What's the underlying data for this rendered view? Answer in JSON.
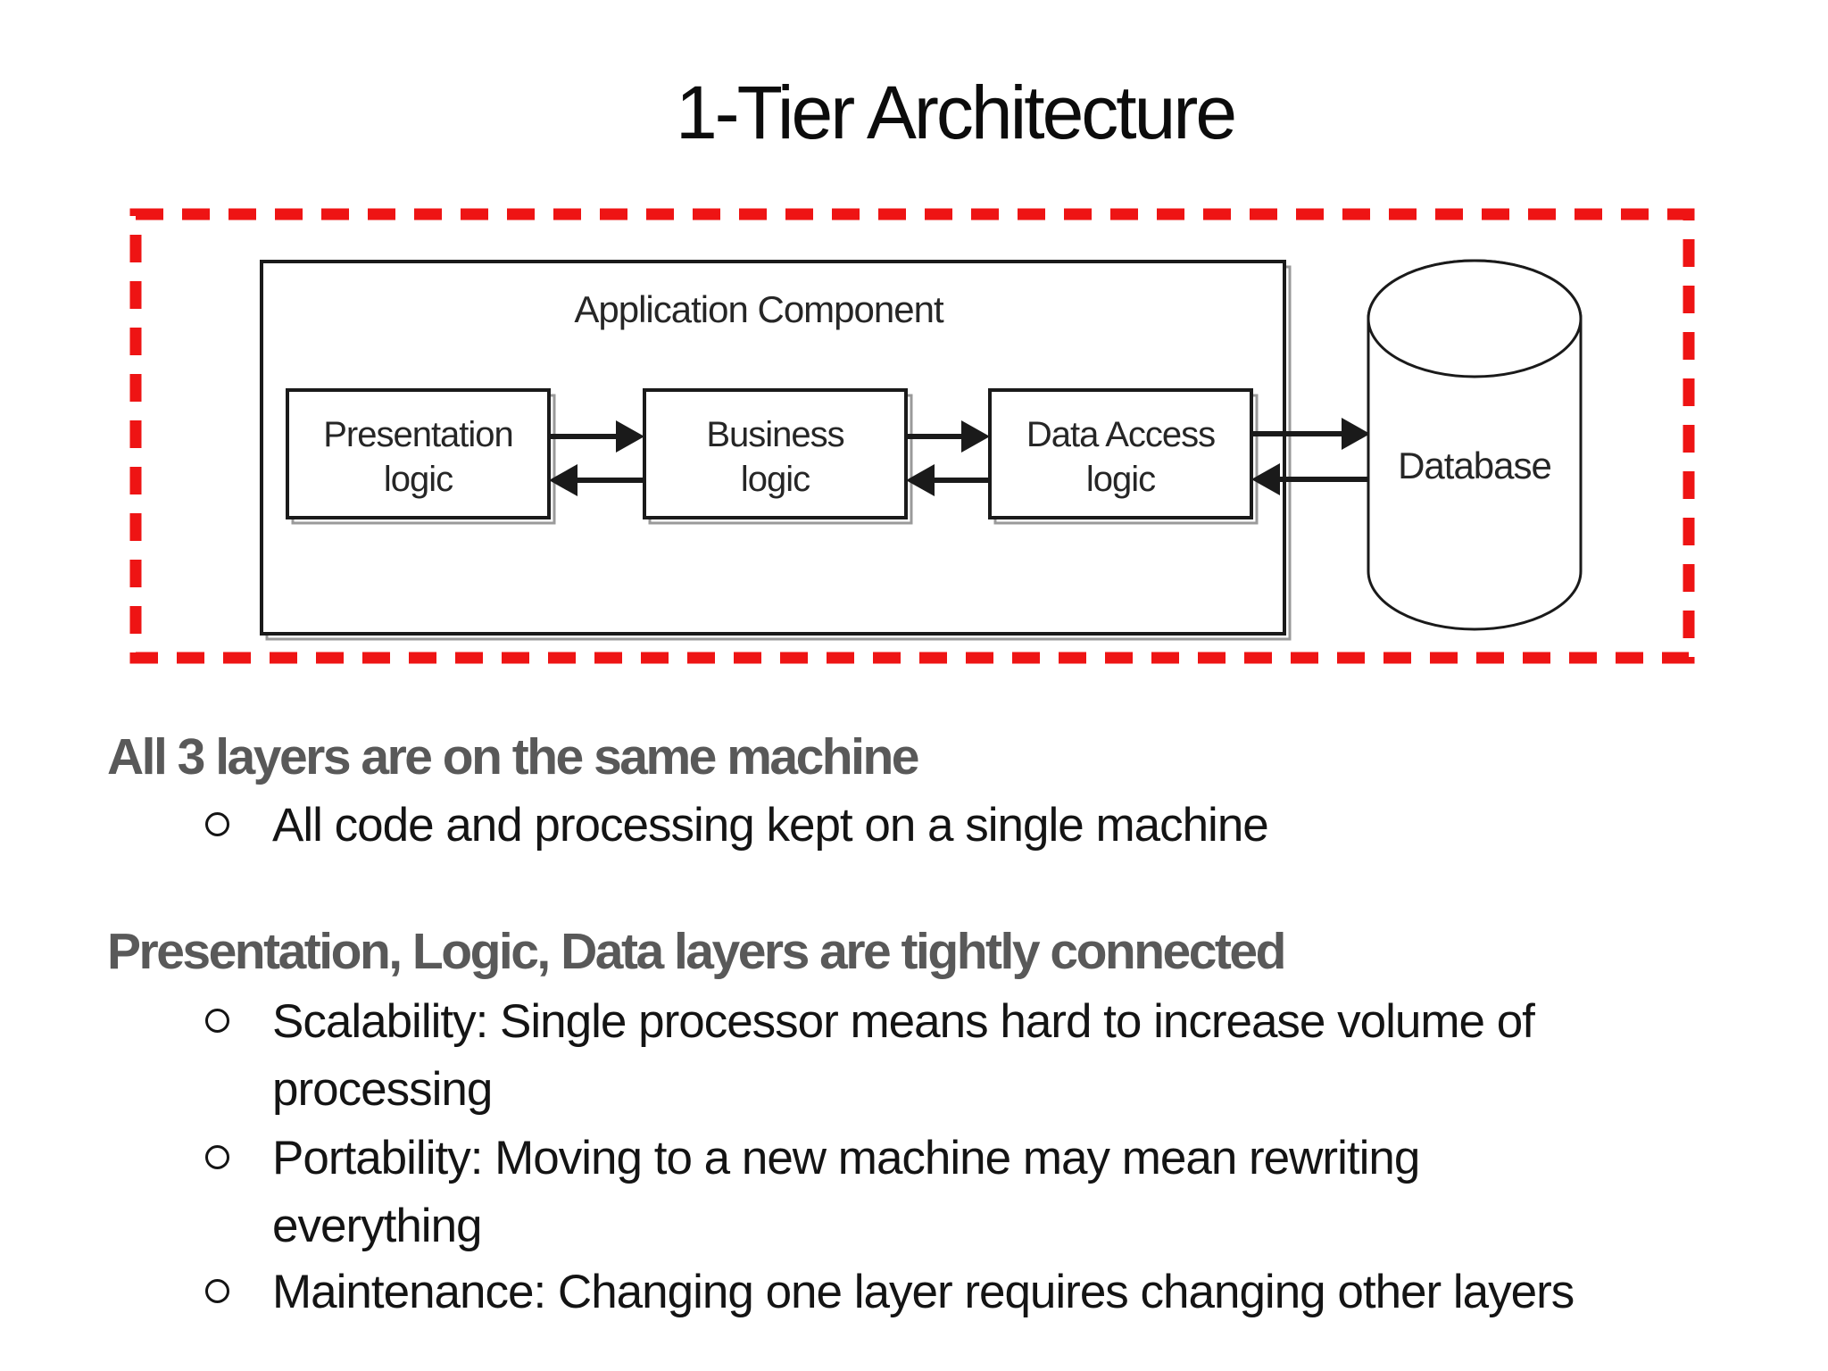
{
  "title": "1-Tier Architecture",
  "diagram": {
    "app_component_label": "Application Component",
    "boxes": [
      {
        "lines": [
          "Presentation",
          "logic"
        ]
      },
      {
        "lines": [
          "Business",
          "logic"
        ]
      },
      {
        "lines": [
          "Data Access",
          "logic"
        ]
      }
    ],
    "database_label": "Database",
    "colors": {
      "boundary_red": "#ee1414",
      "stroke_black": "#1a1a1a",
      "shadow_gray": "#9a9a9a"
    }
  },
  "sections": [
    {
      "heading": "All 3 layers are on the same machine",
      "items": [
        {
          "lines": [
            "All code and processing kept on a single machine"
          ]
        }
      ]
    },
    {
      "heading": "Presentation, Logic, Data layers are tightly connected",
      "items": [
        {
          "lines": [
            "Scalability: Single processor means hard to increase volume of",
            "processing"
          ]
        },
        {
          "lines": [
            "Portability: Moving to a new machine may mean rewriting",
            "everything"
          ]
        },
        {
          "lines": [
            "Maintenance: Changing one layer requires changing other layers"
          ]
        }
      ]
    }
  ],
  "colors": {
    "heading_gray": "#595959",
    "body_black": "#141414"
  }
}
